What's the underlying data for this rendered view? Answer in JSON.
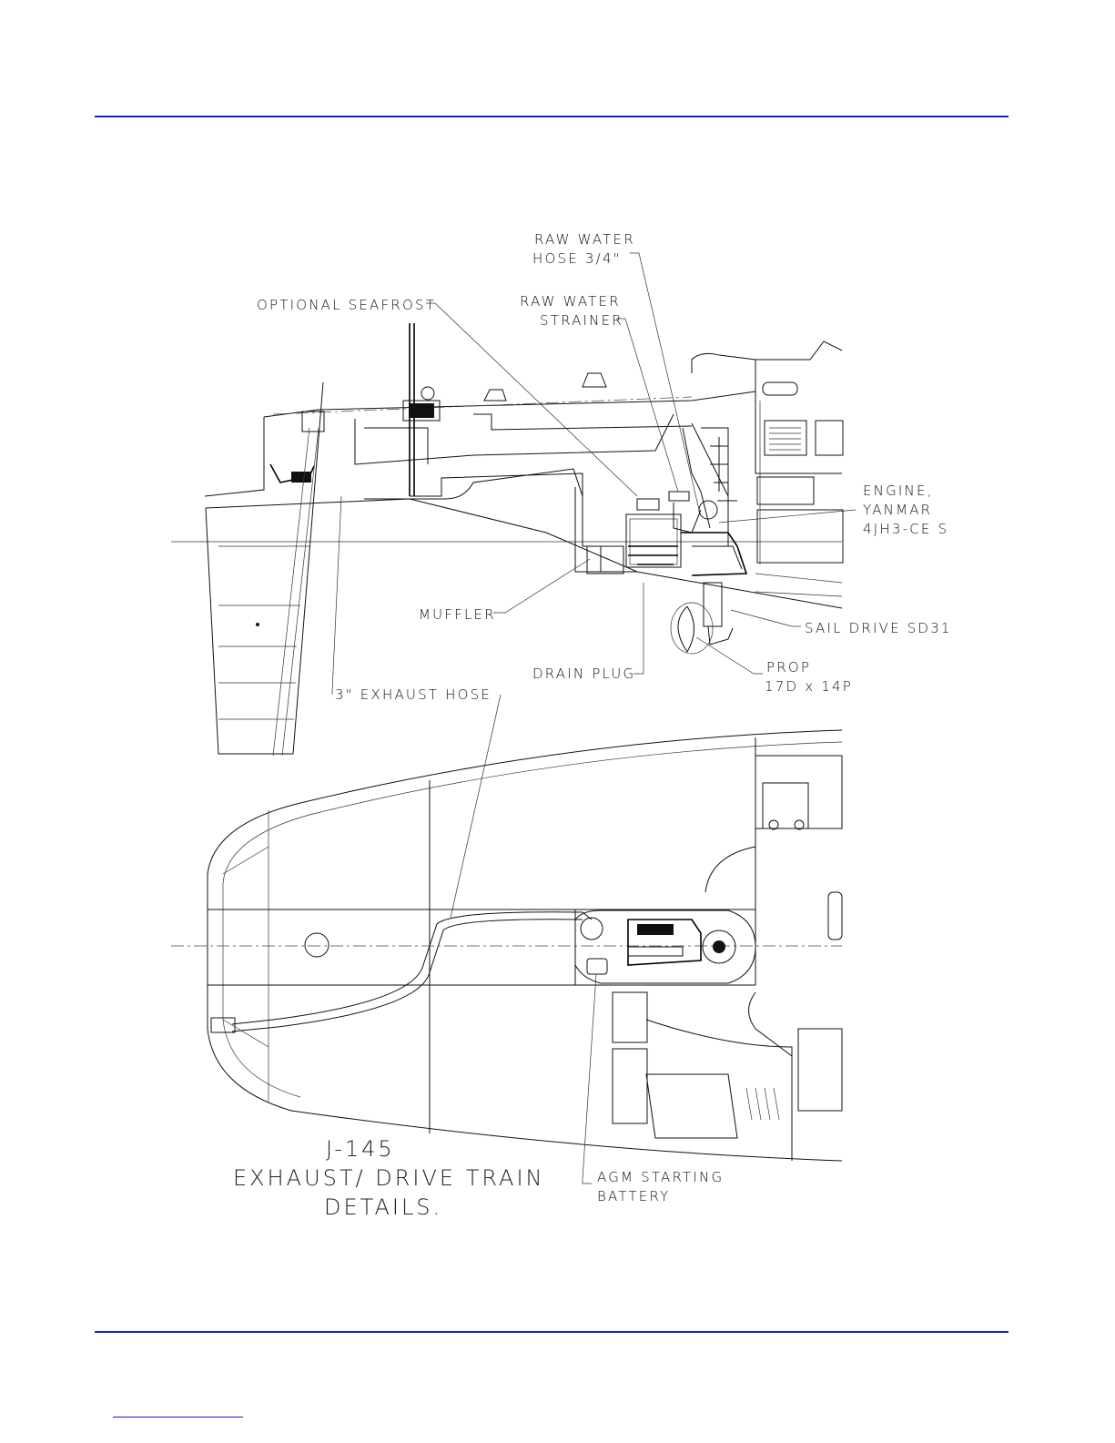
{
  "colors": {
    "rule": "#1c1ccc",
    "ink": "#111111"
  },
  "labels": {
    "raw_water_hose": [
      "RAW WATER",
      "HOSE 3/4\""
    ],
    "optional_seafrost": "OPTIONAL SEAFROST",
    "raw_water_strainer": [
      "RAW WATER",
      "STRAINER"
    ],
    "engine": [
      "ENGINE,",
      "YANMAR",
      "4JH3-CE S"
    ],
    "muffler": "MUFFLER",
    "sail_drive": "SAIL DRIVE SD31",
    "drain_plug": "DRAIN PLUG",
    "prop": [
      "PROP",
      "17D x 14P"
    ],
    "exhaust_hose": "3\" EXHAUST HOSE",
    "agm_battery": [
      "AGM STARTING",
      "BATTERY"
    ]
  },
  "title": [
    "J-145",
    "EXHAUST/ DRIVE TRAIN",
    "DETAILS."
  ]
}
